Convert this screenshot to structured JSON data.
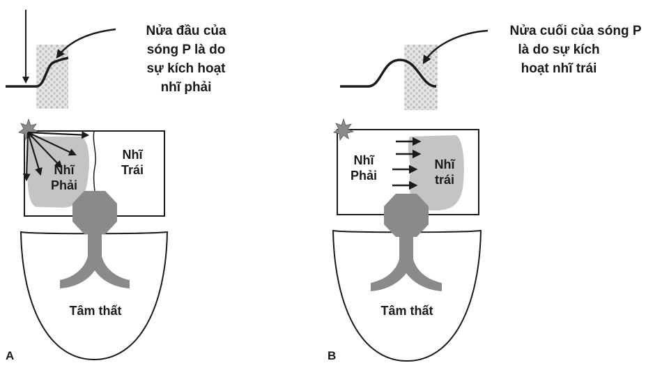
{
  "panels": [
    {
      "letter": "A",
      "caption": [
        "Nửa đầu của",
        "sóng P là do",
        "sự kích hoạt",
        "nhĩ phải"
      ],
      "right_atrium": [
        "Nhĩ",
        "Phải"
      ],
      "left_atrium": [
        "Nhĩ",
        "Trái"
      ],
      "ventricle": "Tâm thất"
    },
    {
      "letter": "B",
      "caption": [
        "Nửa cuối của sóng P",
        "là do sự kích",
        "hoạt nhĩ trái"
      ],
      "right_atrium": [
        "Nhĩ",
        "Phải"
      ],
      "left_atrium": [
        "Nhĩ",
        "trái"
      ],
      "ventricle": "Tâm thất"
    }
  ],
  "colors": {
    "ink": "#1a1a1a",
    "activation_fill": "#c4c4c4",
    "av_node": "#8a8a8a",
    "highlight_band": "#e0e0e0"
  }
}
